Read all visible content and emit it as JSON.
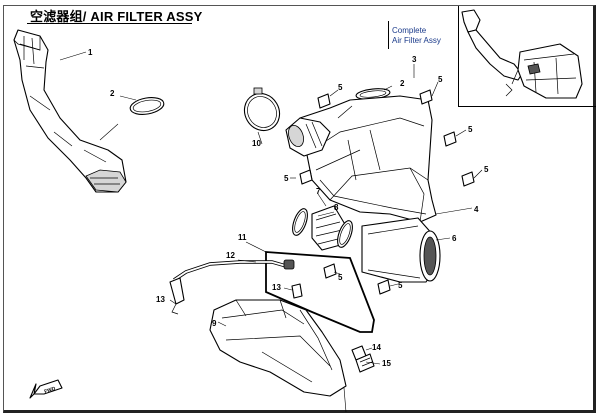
{
  "title": "空滤器组/ AIR FILTER ASSY",
  "complete_label": [
    "Complete",
    "Air Filter Assy"
  ],
  "direction_label": "FWD",
  "callouts": [
    "1",
    "2",
    "2",
    "3",
    "4",
    "5",
    "5",
    "5",
    "5",
    "5",
    "5",
    "5",
    "6",
    "7",
    "8",
    "9",
    "10",
    "11",
    "12",
    "13",
    "13",
    "14",
    "15"
  ]
}
